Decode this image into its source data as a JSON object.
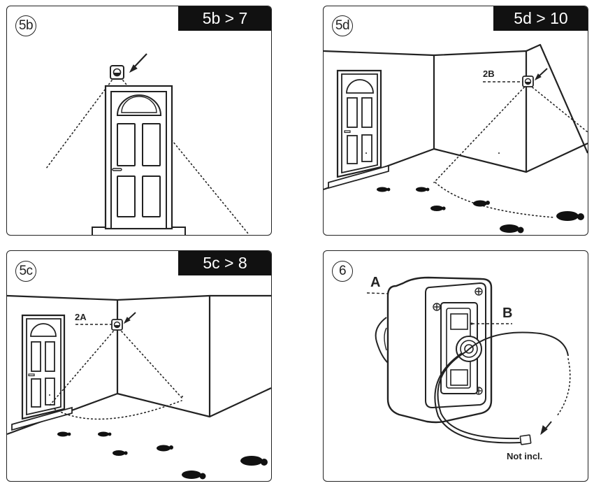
{
  "panels": {
    "p5b": {
      "step": "5b",
      "tag": "5b > 7"
    },
    "p5d": {
      "step": "5d",
      "tag": "5d > 10",
      "label": "2B"
    },
    "p5c": {
      "step": "5c",
      "tag": "5c > 8",
      "label": "2A"
    },
    "p6": {
      "step": "6",
      "label_a": "A",
      "label_b": "B",
      "note": "Not incl."
    }
  }
}
